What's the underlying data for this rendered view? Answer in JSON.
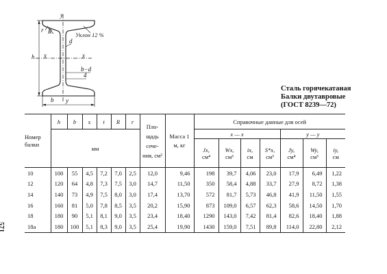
{
  "drawing": {
    "axis_y": "y",
    "axis_x": "x",
    "r_label": "r",
    "R_label": "R",
    "d_label": "d",
    "h_label": "h",
    "b_label": "b",
    "bd_label": "b−d",
    "four_label": "4",
    "slope_label": "Уклон 12 %"
  },
  "caption": {
    "line1": "Сталь горячекатаная",
    "line2": "Балки двутавровые",
    "line3": "(ГОСТ 8239—72)"
  },
  "page_number": "571",
  "table": {
    "header": {
      "number": "Номер балки",
      "h": "h",
      "b": "b",
      "s": "s",
      "t": "t",
      "R": "R",
      "r": "r",
      "units_mm": "мм",
      "area": "Пло-щадь сече-ния, см²",
      "mass": "Масса 1 м, кг",
      "ref": "Справочные данные для осей",
      "axis_xx": "x — x",
      "axis_yy": "y — y",
      "Jx": "Jx,",
      "Wx": "Wx,",
      "ix": "ix,",
      "Sx": "S*x,",
      "Jy": "Jy,",
      "Wy": "Wy,",
      "iy": "iy,",
      "cm4": "см⁴",
      "cm3": "см³",
      "cm": "см"
    },
    "rows": [
      [
        "10",
        "100",
        "55",
        "4,5",
        "7,2",
        "7,0",
        "2,5",
        "12,0",
        "9,46",
        "198",
        "39,7",
        "4,06",
        "23,0",
        "17,9",
        "6,49",
        "1,22"
      ],
      [
        "12",
        "120",
        "64",
        "4,8",
        "7,3",
        "7,5",
        "3,0",
        "14,7",
        "11,50",
        "350",
        "58,4",
        "4,88",
        "33,7",
        "27,9",
        "8,72",
        "1,38"
      ],
      [
        "14",
        "140",
        "73",
        "4,9",
        "7,5",
        "8,0",
        "3,0",
        "17,4",
        "13,70",
        "572",
        "81,7",
        "5,73",
        "46,8",
        "41,9",
        "11,50",
        "1,55"
      ],
      [
        "16",
        "160",
        "81",
        "5,0",
        "7,8",
        "8,5",
        "3,5",
        "20,2",
        "15,90",
        "873",
        "109,0",
        "6,57",
        "62,3",
        "58,6",
        "14,50",
        "1,70"
      ],
      [
        "18",
        "180",
        "90",
        "5,1",
        "8,1",
        "9,0",
        "3,5",
        "23,4",
        "18,40",
        "1290",
        "143,0",
        "7,42",
        "81,4",
        "82,6",
        "18,40",
        "1,88"
      ],
      [
        "18а",
        "180",
        "100",
        "5,1",
        "8,3",
        "9,0",
        "3,5",
        "25,4",
        "19,90",
        "1430",
        "159,0",
        "7,51",
        "89,8",
        "114,0",
        "22,80",
        "2,12"
      ]
    ]
  }
}
